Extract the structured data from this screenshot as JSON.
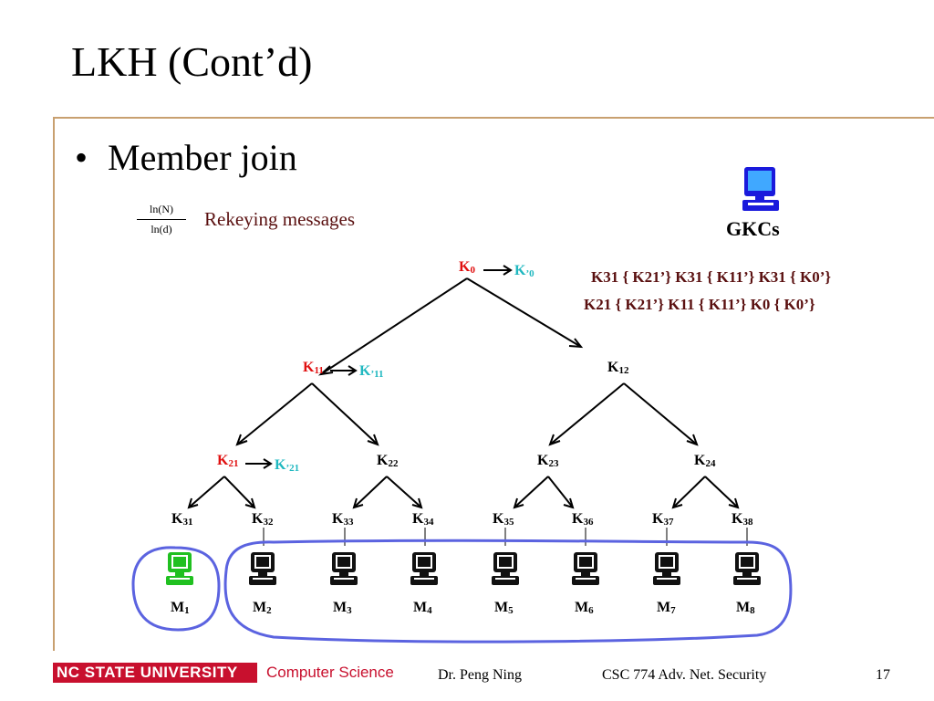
{
  "slide": {
    "title": "LKH (Cont’d)",
    "bullet": "Member join",
    "fraction_numerator": "ln(N)",
    "fraction_denominator": "ln(d)",
    "rekeying_label": "Rekeying messages",
    "gkcs_label": "GKCs"
  },
  "messages": {
    "row1": "K31 { K21’}    K31 { K11’}    K31 { K0’}",
    "row2": "K21 { K21’}    K11 { K11’}    K0 { K0’}"
  },
  "tree": {
    "root": {
      "base": "K",
      "sub": "0",
      "new_sub": "’0"
    },
    "level1": [
      {
        "base": "K",
        "sub": "11",
        "new_sub": "’11"
      },
      {
        "base": "K",
        "sub": "12"
      }
    ],
    "level2": [
      {
        "base": "K",
        "sub": "21",
        "new_sub": "’21"
      },
      {
        "base": "K",
        "sub": "22"
      },
      {
        "base": "K",
        "sub": "23"
      },
      {
        "base": "K",
        "sub": "24"
      }
    ],
    "level3": [
      {
        "base": "K",
        "sub": "31"
      },
      {
        "base": "K",
        "sub": "32"
      },
      {
        "base": "K",
        "sub": "33"
      },
      {
        "base": "K",
        "sub": "34"
      },
      {
        "base": "K",
        "sub": "35"
      },
      {
        "base": "K",
        "sub": "36"
      },
      {
        "base": "K",
        "sub": "37"
      },
      {
        "base": "K",
        "sub": "38"
      }
    ],
    "members": [
      {
        "base": "M",
        "sub": "1",
        "joining": true
      },
      {
        "base": "M",
        "sub": "2"
      },
      {
        "base": "M",
        "sub": "3"
      },
      {
        "base": "M",
        "sub": "4"
      },
      {
        "base": "M",
        "sub": "5"
      },
      {
        "base": "M",
        "sub": "6"
      },
      {
        "base": "M",
        "sub": "7"
      },
      {
        "base": "M",
        "sub": "8"
      }
    ]
  },
  "footer": {
    "university": "NC STATE UNIVERSITY",
    "department": "Computer Science",
    "author": "Dr. Peng Ning",
    "course": "CSC 774 Adv. Net. Security",
    "page": "17"
  },
  "icons": {
    "gkc": "computer-icon",
    "member": "computer-icon"
  },
  "colors": {
    "title_text": "#000000",
    "changed_key": "#e01010",
    "new_key": "#20b8c0",
    "message_text": "#5a1010",
    "group_outline": "#5b63e0",
    "joining_member": "#20c020",
    "footer_brand": "#c8102e"
  }
}
